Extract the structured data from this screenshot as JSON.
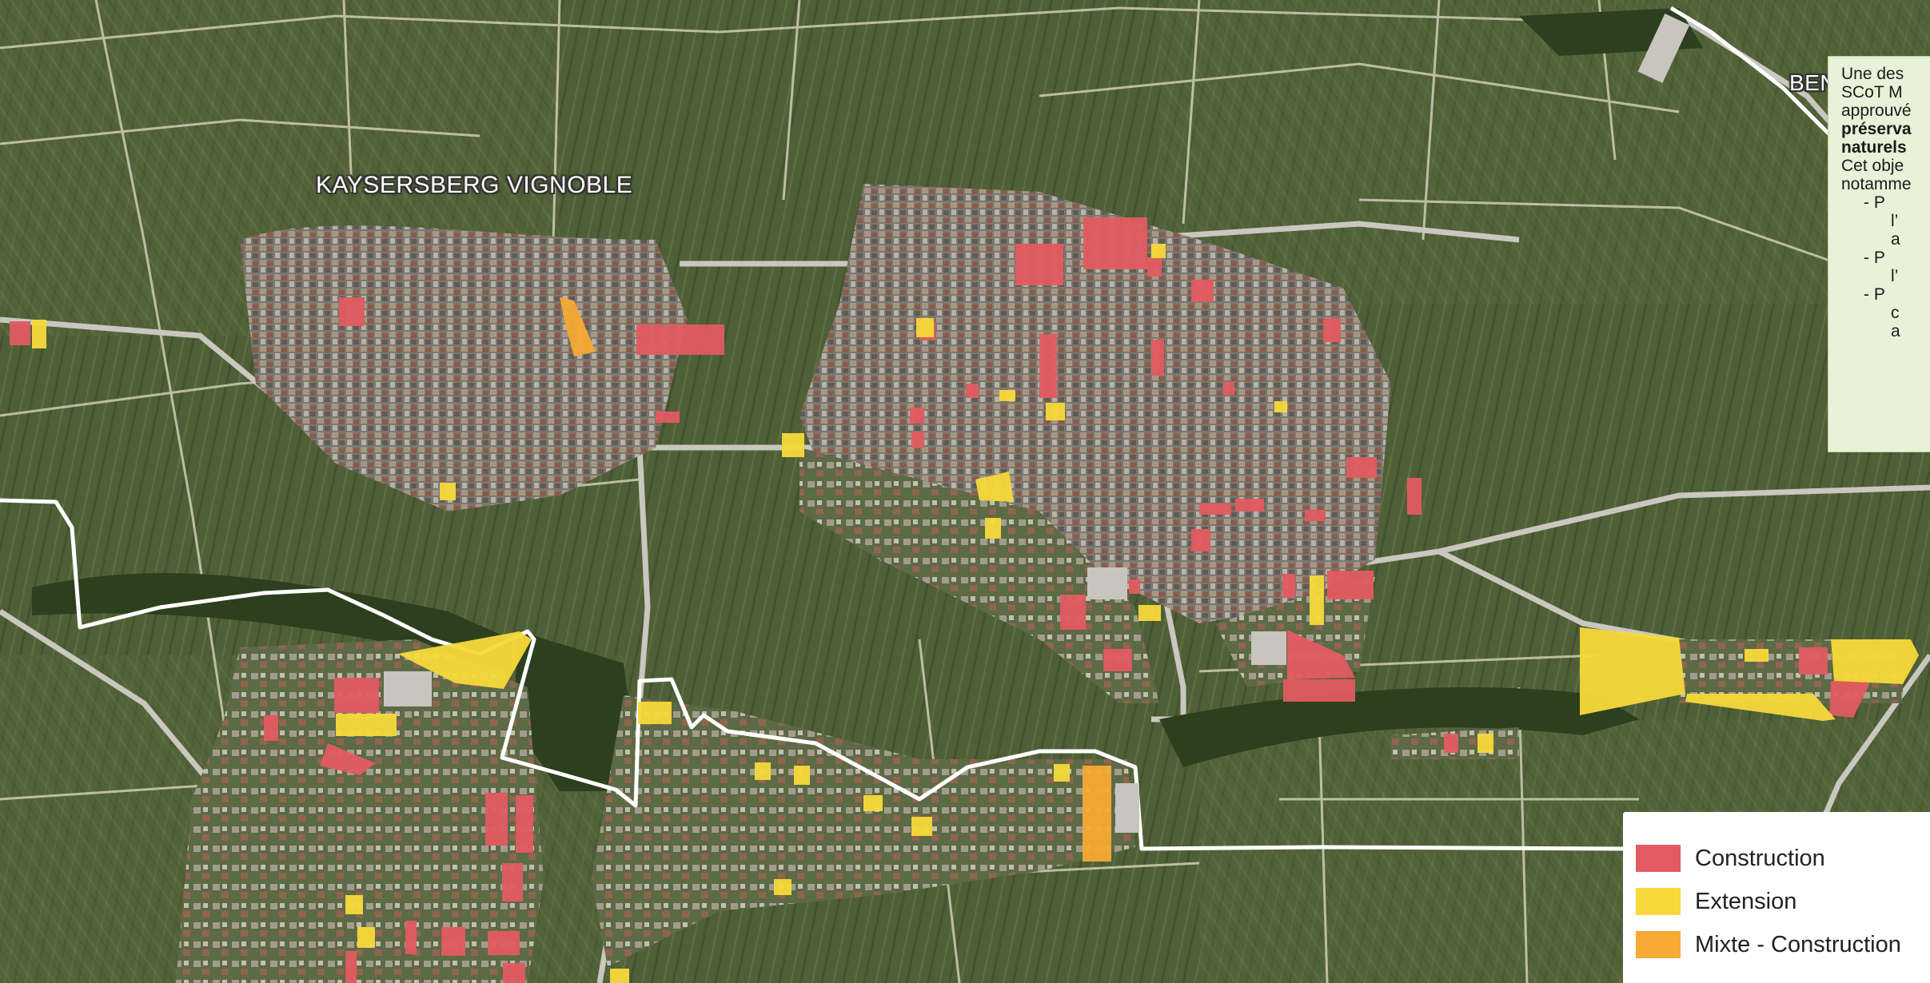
{
  "map": {
    "communes": {
      "kaysersberg": "KAYSERSBERG VIGNOBLE",
      "ben": "BEN"
    }
  },
  "infobox": {
    "lines": [
      "Une des",
      "SCoT M",
      "approuvé",
      "préserva",
      "naturels",
      "Cet obje",
      "notamme",
      "-    P",
      "l’",
      "a",
      "-    P",
      "l’",
      "-    P",
      "c",
      "a"
    ]
  },
  "legend": {
    "items": [
      {
        "label": "Construction",
        "color": "#e25b60"
      },
      {
        "label": "Extension",
        "color": "#f7d93a"
      },
      {
        "label": "Mixte - Construction",
        "color": "#f6aa33"
      }
    ]
  },
  "colors": {
    "construction": "#e25b60",
    "extension": "#f7d93a",
    "mixte": "#f6aa33",
    "boundary": "#ffffff"
  }
}
